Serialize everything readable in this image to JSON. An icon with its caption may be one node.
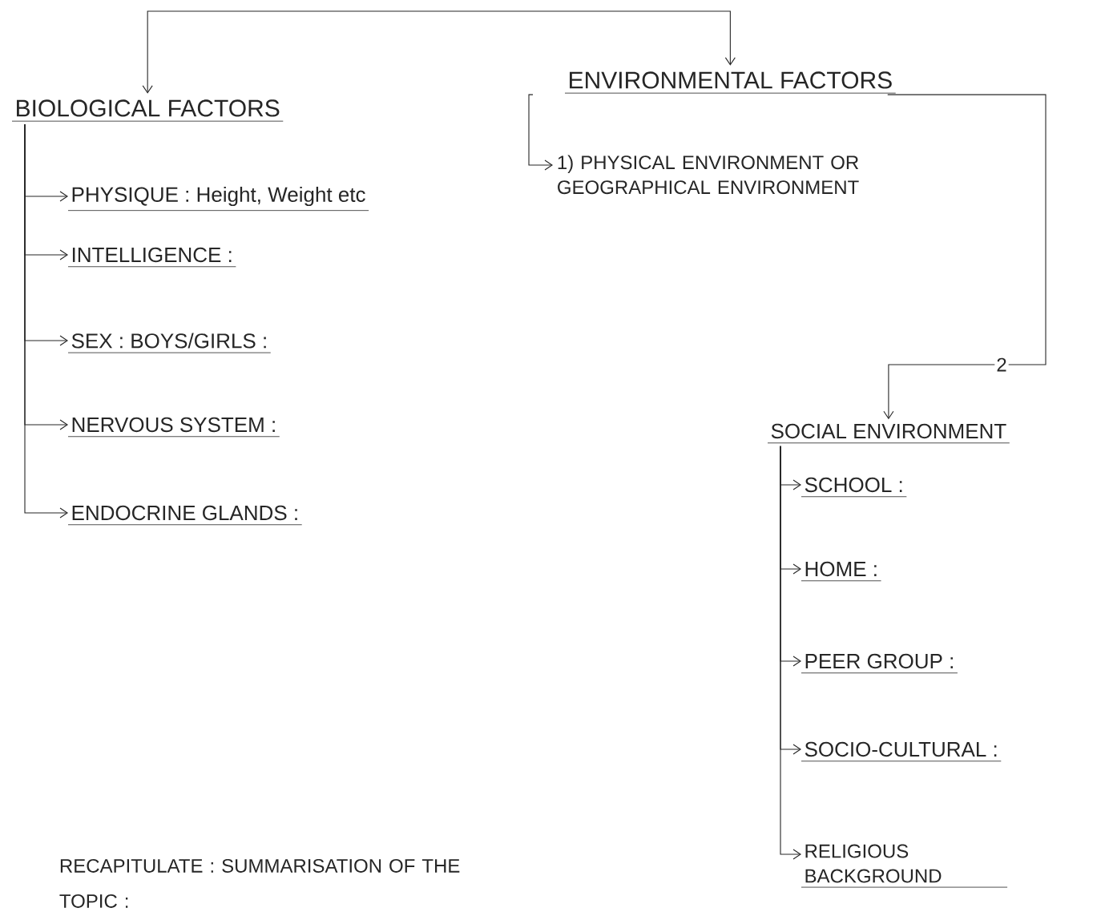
{
  "diagram": {
    "nodes": [
      {
        "text": [
          "BIOLOGICAL FACTORS"
        ]
      },
      {
        "text": [
          "PHYSIQUE : Height, Weight etc"
        ]
      },
      {
        "text": [
          "INTELLIGENCE :"
        ]
      },
      {
        "text": [
          "SEX : BOYS/GIRLS :"
        ]
      },
      {
        "text": [
          "NERVOUS SYSTEM :"
        ]
      },
      {
        "text": [
          "ENDOCRINE GLANDS :"
        ]
      },
      {
        "text": [
          "ENVIRONMENTAL FACTORS"
        ]
      },
      {
        "text": [
          "1) PHYSICAL ENVIRONMENT OR GEOGRAPHICAL ENVIRONMENT"
        ]
      },
      {
        "text": [
          "SOCIAL ENVIRONMENT"
        ]
      },
      {
        "text": [
          "SCHOOL :"
        ]
      },
      {
        "text": [
          "HOME :"
        ]
      },
      {
        "text": [
          "PEER GROUP :"
        ]
      },
      {
        "text": [
          "SOCIO-CULTURAL :"
        ]
      },
      {
        "text": [
          "RELIGIOUS BACKGROUND"
        ]
      }
    ],
    "edges": [
      {
        "from": null,
        "to": 0,
        "arrow": "to"
      },
      {
        "from": null,
        "to": 6,
        "arrow": "to"
      },
      {
        "from": 0,
        "to": 1,
        "arrow": "to"
      },
      {
        "from": 0,
        "to": 2,
        "arrow": "to"
      },
      {
        "from": 0,
        "to": 3,
        "arrow": "to"
      },
      {
        "from": 0,
        "to": 4,
        "arrow": "to"
      },
      {
        "from": 0,
        "to": 5,
        "arrow": "to"
      },
      {
        "from": 6,
        "to": 7,
        "arrow": "to"
      },
      {
        "from": 6,
        "to": 8,
        "arrow": "to",
        "label": "2"
      },
      {
        "from": 8,
        "to": 9,
        "arrow": "to"
      },
      {
        "from": 8,
        "to": 10,
        "arrow": "to"
      },
      {
        "from": 8,
        "to": 11,
        "arrow": "to"
      },
      {
        "from": 8,
        "to": 12,
        "arrow": "to"
      },
      {
        "from": 8,
        "to": 13,
        "arrow": "to"
      }
    ],
    "labels": [
      "RECAPITULATE : SUMMARISATION OF THE TOPIC :"
    ]
  }
}
